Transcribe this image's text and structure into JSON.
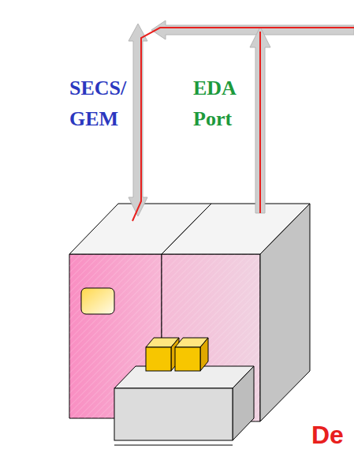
{
  "diagram": {
    "labels": [
      "SECS/ GEM",
      "EDA Port",
      "De"
    ]
  }
}
